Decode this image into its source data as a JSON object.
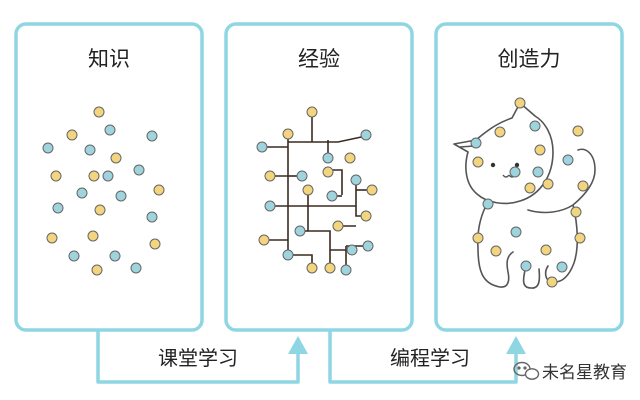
{
  "colors": {
    "frame": "#8fd6e3",
    "dot_blue": "#9fd4de",
    "dot_yellow": "#f2d57e",
    "dot_stroke": "#666666",
    "line": "#3b2a20",
    "arrow": "#8fd6e3"
  },
  "panels": [
    {
      "title": "知识"
    },
    {
      "title": "经验"
    },
    {
      "title": "创造力"
    }
  ],
  "flows": {
    "left_label": "课堂学习",
    "right_label": "编程学习"
  },
  "watermark": {
    "icon": "chat-bubble-icon",
    "text": "未名星教育"
  }
}
